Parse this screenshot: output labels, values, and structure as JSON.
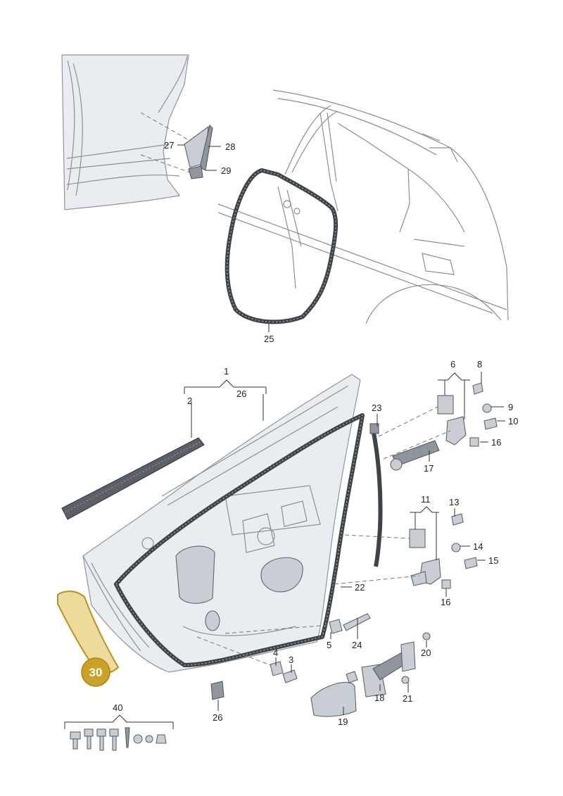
{
  "callouts": {
    "c1": "1",
    "c2": "2",
    "c3": "3",
    "c4": "4",
    "c5": "5",
    "c6": "6",
    "c8": "8",
    "c9": "9",
    "c10": "10",
    "c11": "11",
    "c13": "13",
    "c14": "14",
    "c15": "15",
    "c16a": "16",
    "c16b": "16",
    "c17": "17",
    "c18": "18",
    "c19": "19",
    "c20": "20",
    "c21": "21",
    "c22": "22",
    "c23": "23",
    "c24": "24",
    "c25": "25",
    "c26a": "26",
    "c26b": "26",
    "c27": "27",
    "c28": "28",
    "c29": "29",
    "c30": "30",
    "c40": "40"
  },
  "colors": {
    "highlight_fill": "#c9a227",
    "highlight_area": "#e6cf7a"
  }
}
